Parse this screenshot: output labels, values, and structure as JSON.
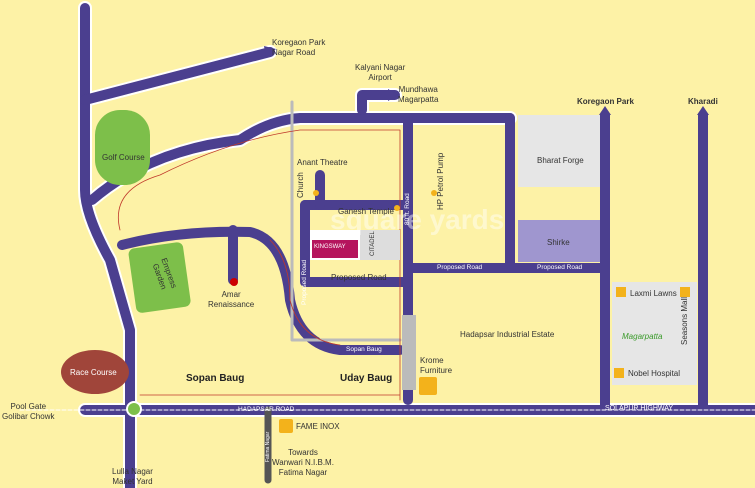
{
  "colors": {
    "background": "#fdf2a6",
    "road": "#4b3f8f",
    "green": "#7dbf4a",
    "race_course": "#a0453a",
    "marker": "#f3b21b",
    "block": "#e6e6e6",
    "shirke": "#9f96cf"
  },
  "labels": {
    "koregaon_nagar_road": "Koregaon Park\nNagar Road",
    "kalyani_nagar": "Kalyani Nagar\nAirport",
    "mundhawa": "Mundhawa\nMagarpatta",
    "koregaon_park": "Koregaon Park",
    "kharadi": "Kharadi",
    "golf_course": "Golf Course",
    "anant_theatre": "Anant Theatre",
    "church": "Church",
    "hp_petrol_pump": "HP Petrol Pump",
    "ganesh_temple": "Ganesh Temple",
    "bharat_forge": "Bharat Forge",
    "shirke": "Shirke",
    "empress_garden": "Empress\nGarden",
    "amar_renaissance": "Amar\nRenaissance",
    "proposed_road_1": "Proposed Road",
    "proposed_road_2": "Proposed Road",
    "proposed_road_3": "Proposed Road",
    "proposed_road_vert": "Proposed Road",
    "laxmi_lawns": "Laxmi Lawns",
    "seasons_mall": "Seasons Mall",
    "magarpatta": "Magarpatta",
    "nobel_hospital": "Nobel Hospital",
    "hadapsar_industrial": "Hadapsar Industrial Estate",
    "sopan_baug_road": "Sopan Baug",
    "krome_furniture": "Krome\nFurniture",
    "race_course": "Race Course",
    "sopan_baug": "Sopan Baug",
    "uday_baug": "Uday Baug",
    "pool_gate": "Pool Gate\nGolibar Chowk",
    "hadapsar_road": "HADAPSAR ROAD",
    "solapur_highway": "SOLAPUR HIGHWAY",
    "fame_inox": "FAME INOX",
    "towards": "Towards\nWanwari N.I.B.M.\nFatima Nagar",
    "fatima_nagar_road": "Fatima Nagar",
    "lulla_nagar": "Lulla Nagar\nMaket Yard",
    "project_logo": "KINGSWAY",
    "citadel": "CITADEL",
    "road_80ft": "80 ft. Road",
    "watermark": "square yards"
  }
}
